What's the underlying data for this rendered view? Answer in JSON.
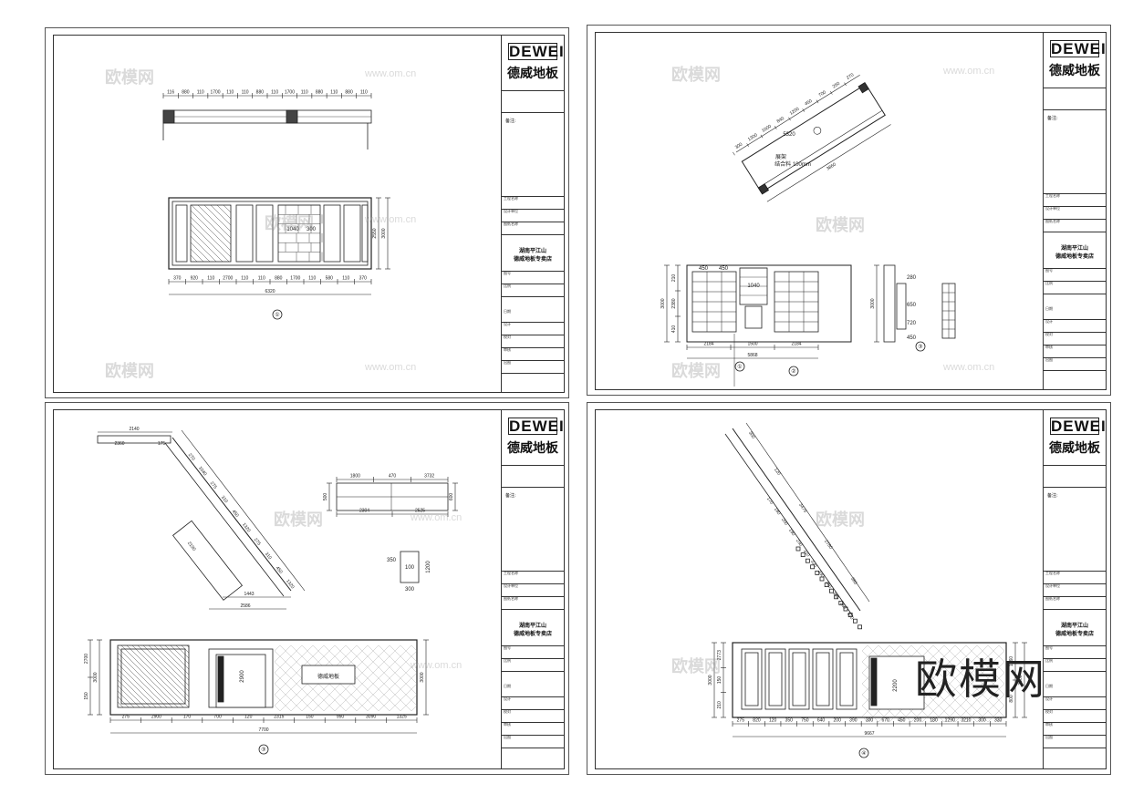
{
  "brand": {
    "logo_en": "DEWEI",
    "logo_cn": "德威地板"
  },
  "project_name": [
    "湖南平江山",
    "德威地板专卖店"
  ],
  "notes_label": "备注:",
  "watermark": {
    "cn": "欧模网",
    "url": "www.om.cn",
    "big": "欧模网"
  },
  "sheet1": {
    "top_dims": [
      "116",
      "880",
      "110",
      "1700",
      "110",
      "110",
      "880",
      "110",
      "1700",
      "110",
      "880",
      "110",
      "880",
      "110"
    ],
    "bottom_dims": [
      "370",
      "920",
      "110",
      "2700",
      "110",
      "110",
      "880",
      "1700",
      "110",
      "580",
      "110",
      "370"
    ],
    "total_width": "6320",
    "heights": [
      "2550",
      "3000"
    ],
    "inner_labels": [
      "1040",
      "300"
    ],
    "callout": "①"
  },
  "sheet2": {
    "plan_dims": [
      "300",
      "1300",
      "1000",
      "840",
      "1200",
      "450",
      "700",
      "250",
      "270"
    ],
    "plan_label": "5320",
    "plan_note": [
      "展架",
      "结合料 100mm"
    ],
    "plan_length": "3860",
    "elev_heights": [
      "3000",
      "210",
      "2380",
      "410"
    ],
    "elev_bottom": [
      "2184",
      "1500",
      "2184"
    ],
    "elev_total": "5868",
    "shelf_labels": [
      "450",
      "450",
      "1040"
    ],
    "side_dims": [
      "3000",
      "280",
      "650",
      "720",
      "450"
    ],
    "callouts": [
      "①",
      "②",
      "③"
    ]
  },
  "sheet3": {
    "diag_dims": [
      "2140",
      "2360",
      "175",
      "2190",
      "1443",
      "2586",
      "270",
      "2550"
    ],
    "diag_mid": [
      "1040",
      "275",
      "310",
      "450",
      "1320"
    ],
    "cab_dims": [
      "1800",
      "470",
      "3732",
      "2304",
      "2525",
      "500",
      "600"
    ],
    "detail_dims": [
      "100",
      "350",
      "300",
      "1200"
    ],
    "elev_heights": [
      "3000",
      "2700",
      "150",
      "200"
    ],
    "elev_bottom": [
      "275",
      "2900",
      "170",
      "700",
      "120",
      "2315",
      "150",
      "950",
      "3090",
      "1325"
    ],
    "elev_total": "7700",
    "elev_sign": "德威地板",
    "door_width": "2900",
    "callout": "③"
  },
  "sheet4": {
    "diag_dims": [
      "300",
      "120",
      "3475",
      "2780",
      "385"
    ],
    "diag_small": [
      "170",
      "180",
      "200",
      "190",
      "230",
      "310",
      "320",
      "330",
      "340",
      "350",
      "360",
      "370"
    ],
    "elev_heights": [
      "3000",
      "2773",
      "150",
      "210",
      "200",
      "3000",
      "1060",
      "800"
    ],
    "elev_bottom": [
      "275",
      "820",
      "120",
      "350",
      "750",
      "640",
      "200",
      "390",
      "300",
      "670",
      "450",
      "200",
      "180",
      "1290",
      "3210",
      "300",
      "330"
    ],
    "elev_total": "9667",
    "door_width": "2200",
    "callout": "④"
  },
  "titleblock_rows": [
    "工程名称",
    "设计单位",
    "图纸名称",
    "图号",
    "比例",
    "日期",
    "设计",
    "校对",
    "审核",
    "出图"
  ]
}
